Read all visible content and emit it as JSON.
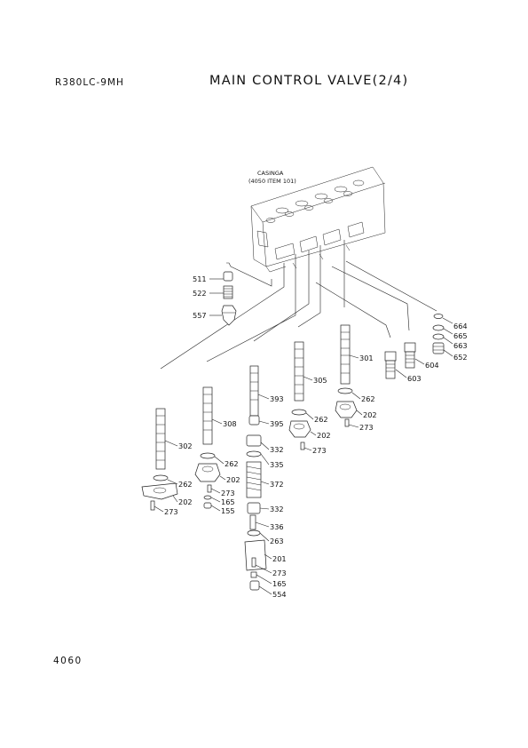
{
  "header": {
    "model": "R380LC-9MH",
    "title": "MAIN CONTROL VALVE(2/4)"
  },
  "casing": {
    "name": "CASINGA",
    "ref": "(4050 ITEM 101)"
  },
  "part_labels": [
    {
      "id": "511",
      "text": "511"
    },
    {
      "id": "522",
      "text": "522"
    },
    {
      "id": "557",
      "text": "557"
    },
    {
      "id": "664",
      "text": "664"
    },
    {
      "id": "665",
      "text": "665"
    },
    {
      "id": "663",
      "text": "663"
    },
    {
      "id": "652",
      "text": "652"
    },
    {
      "id": "604",
      "text": "604"
    },
    {
      "id": "603",
      "text": "603"
    },
    {
      "id": "301",
      "text": "301"
    },
    {
      "id": "262a",
      "text": "262"
    },
    {
      "id": "202a",
      "text": "202"
    },
    {
      "id": "273a",
      "text": "273"
    },
    {
      "id": "305",
      "text": "305"
    },
    {
      "id": "262b",
      "text": "262"
    },
    {
      "id": "202b",
      "text": "202"
    },
    {
      "id": "273b",
      "text": "273"
    },
    {
      "id": "393",
      "text": "393"
    },
    {
      "id": "395",
      "text": "395"
    },
    {
      "id": "332a",
      "text": "332"
    },
    {
      "id": "335",
      "text": "335"
    },
    {
      "id": "372",
      "text": "372"
    },
    {
      "id": "332b",
      "text": "332"
    },
    {
      "id": "336",
      "text": "336"
    },
    {
      "id": "263",
      "text": "263"
    },
    {
      "id": "201",
      "text": "201"
    },
    {
      "id": "273c",
      "text": "273"
    },
    {
      "id": "165a",
      "text": "165"
    },
    {
      "id": "554",
      "text": "554"
    },
    {
      "id": "308",
      "text": "308"
    },
    {
      "id": "262c",
      "text": "262"
    },
    {
      "id": "202c",
      "text": "202"
    },
    {
      "id": "273d",
      "text": "273"
    },
    {
      "id": "165b",
      "text": "165"
    },
    {
      "id": "155",
      "text": "155"
    },
    {
      "id": "302",
      "text": "302"
    },
    {
      "id": "262d",
      "text": "262"
    },
    {
      "id": "202d",
      "text": "202"
    },
    {
      "id": "273e",
      "text": "273"
    }
  ],
  "footer": {
    "page_number": "4060"
  }
}
